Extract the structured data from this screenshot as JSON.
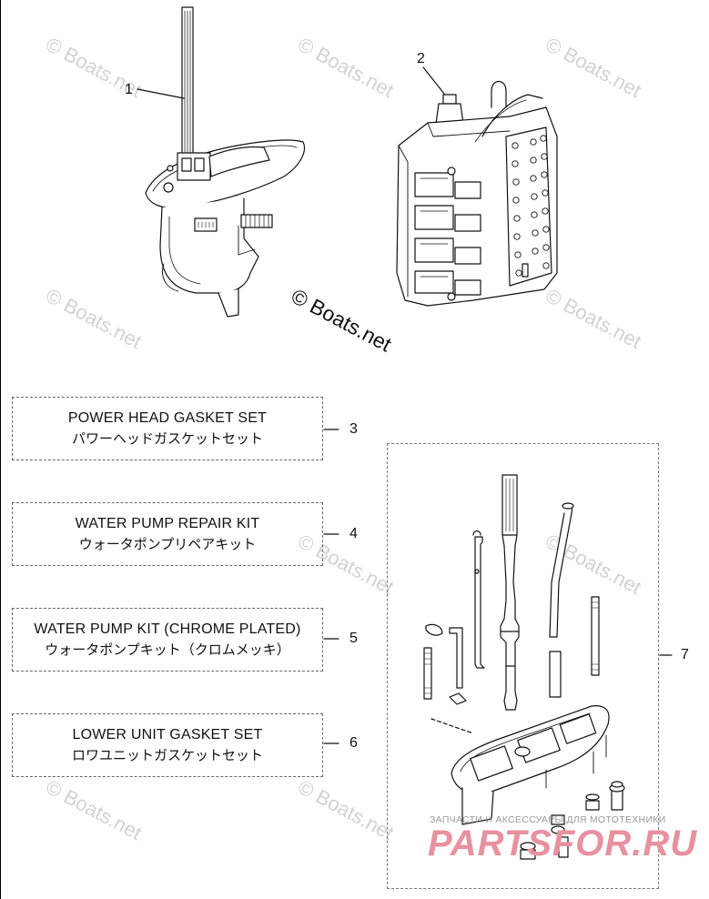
{
  "watermark": {
    "repeat_text": "© Boats.net",
    "main_text": "© Boats.net"
  },
  "callouts": [
    "1",
    "2",
    "3",
    "4",
    "5",
    "6",
    "7"
  ],
  "kits": [
    {
      "en": "POWER HEAD GASKET SET",
      "jp": "パワーヘッドガスケットセット",
      "ref": "3"
    },
    {
      "en": "WATER PUMP REPAIR KIT",
      "jp": "ウォータポンプリペアキット",
      "ref": "4"
    },
    {
      "en": "WATER PUMP KIT (CHROME PLATED)",
      "jp": "ウォータポンプキット（クロムメッキ）",
      "ref": "5"
    },
    {
      "en": "LOWER UNIT GASKET SET",
      "jp": "ロワユニットガスケットセット",
      "ref": "6"
    }
  ],
  "brand": {
    "tagline": "ЗАПЧАСТИ И АКСЕССУАРЫ ДЛЯ МОТОТЕХНИКИ",
    "name": "PARTSFOR.RU"
  },
  "colors": {
    "line": "#111111",
    "watermark": "#d2d2d2",
    "brand": "#e8919f",
    "dashed_border": "#666666"
  }
}
